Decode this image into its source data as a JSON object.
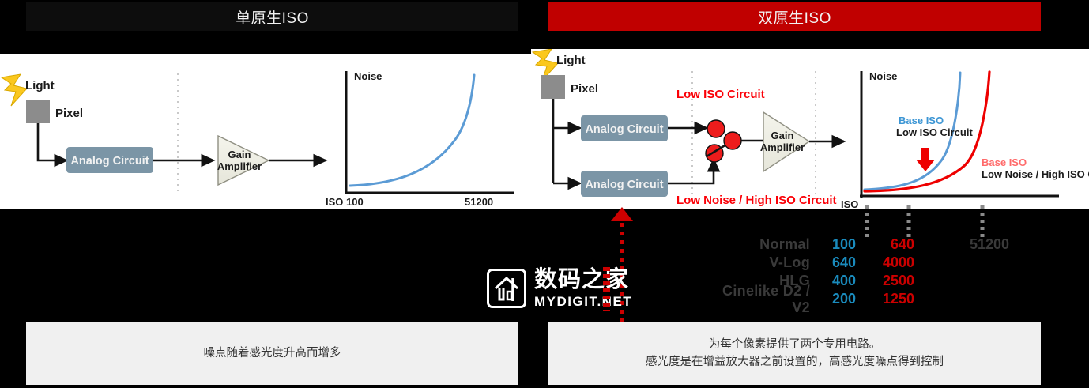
{
  "header": {
    "left_title": "单原生ISO",
    "right_title": "双原生ISO",
    "left_bg": "#0d0d0d",
    "right_bg": "#c00000"
  },
  "left_diagram": {
    "light_label": "Light",
    "pixel_label": "Pixel",
    "analog_circuit_label": "Analog Circuit",
    "gain_amplifier_label": "Gain\nAmplifier",
    "gain_line1": "Gain",
    "gain_line2": "Amplifier"
  },
  "right_diagram": {
    "light_label": "Light",
    "pixel_label": "Pixel",
    "analog_circuit_top": "Analog Circuit",
    "analog_circuit_bottom": "Analog Circuit",
    "low_iso_circuit_label": "Low ISO Circuit",
    "low_noise_high_iso_label": "Low Noise / High ISO Circuit",
    "gain_line1": "Gain",
    "gain_line2": "Amplifier"
  },
  "chart_data": [
    {
      "type": "line",
      "id": "single-native-iso-noise",
      "title": "",
      "ylabel": "Noise",
      "xlabel": "ISO",
      "xticks": [
        "100",
        "51200"
      ],
      "grid": false,
      "legend": [],
      "series": [
        {
          "name": "Noise",
          "color": "#5b9bd5",
          "x": [
            100,
            400,
            1600,
            6400,
            12800,
            25600,
            51200
          ],
          "values": [
            2,
            4,
            9,
            26,
            45,
            72,
            98
          ]
        }
      ],
      "ylim": [
        0,
        100
      ]
    },
    {
      "type": "line",
      "id": "dual-native-iso-noise",
      "title": "",
      "ylabel": "Noise",
      "xlabel": "ISO",
      "xticks": [],
      "grid": false,
      "annotation_arrow": "down-red-arrow",
      "legend": [
        {
          "line1": "Base ISO",
          "line1_color": "#3b95d4",
          "line2": "Low ISO Circuit",
          "line2_color": "#1a1a1a"
        },
        {
          "line1": "Base ISO",
          "line1_color": "#ff6a6a",
          "line2": "Low Noise / High ISO Circuit",
          "line2_color": "#1a1a1a"
        }
      ],
      "series": [
        {
          "name": "Base ISO - Low ISO Circuit",
          "color": "#5b9bd5",
          "x": [
            100,
            400,
            1600,
            3200,
            6400,
            12800,
            25600
          ],
          "values": [
            2,
            5,
            14,
            24,
            42,
            68,
            97
          ]
        },
        {
          "name": "Base ISO - Low Noise / High ISO Circuit",
          "color": "#e8000b",
          "x": [
            100,
            1600,
            6400,
            12800,
            25600,
            51200
          ],
          "values": [
            3,
            6,
            16,
            34,
            62,
            97
          ]
        }
      ],
      "ylim": [
        0,
        100
      ]
    }
  ],
  "iso_table": {
    "rows": [
      {
        "label": "Normal",
        "low": "100",
        "high": "640",
        "max": "51200"
      },
      {
        "label": "V-Log",
        "low": "640",
        "high": "4000",
        "max": ""
      },
      {
        "label": "HLG",
        "low": "400",
        "high": "2500",
        "max": ""
      },
      {
        "label": "Cinelike D2 / V2",
        "low": "200",
        "high": "1250",
        "max": ""
      }
    ],
    "low_color": "#1a8bbd",
    "high_color": "#cc0000",
    "label_color": "#3a3a3a"
  },
  "captions": {
    "left": "噪点随着感光度升高而增多",
    "right_line1": "为每个像素提供了两个专用电路。",
    "right_line2": "感光度是在增益放大器之前设置的，高感光度噪点得到控制"
  },
  "watermark": {
    "cn": "数码之家",
    "en": "MYDIGIT.NET"
  }
}
